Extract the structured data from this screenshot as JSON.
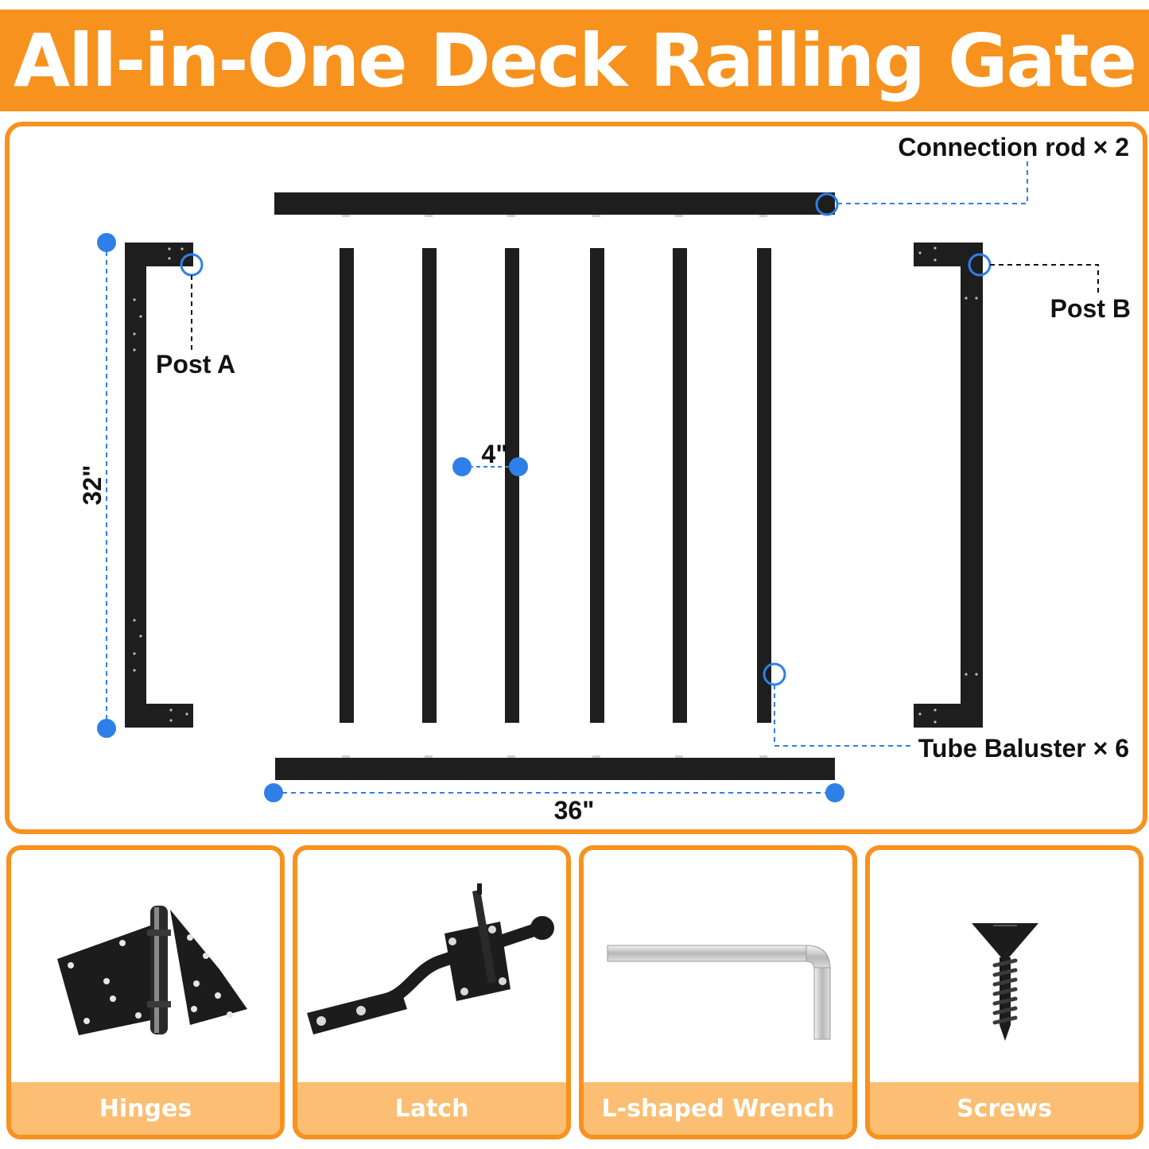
{
  "title": "All-in-One Deck Railing Gate",
  "diagram": {
    "labels": {
      "connection_rod": "Connection rod × 2",
      "post_a": "Post A",
      "post_b": "Post B",
      "tube_baluster": "Tube Baluster × 6"
    },
    "dimensions": {
      "height": "32\"",
      "width": "36\"",
      "spacing": "4\""
    }
  },
  "accessories": [
    {
      "label": "Hinges",
      "icon": "hinge-icon"
    },
    {
      "label": "Latch",
      "icon": "latch-icon"
    },
    {
      "label": "L-shaped Wrench",
      "icon": "wrench-icon"
    },
    {
      "label": "Screws",
      "icon": "screw-icon"
    }
  ],
  "colors": {
    "accent": "#f7921e",
    "caption_bg": "#fbbe72",
    "marker": "#2f7fe8",
    "part": "#1e1e1e"
  }
}
